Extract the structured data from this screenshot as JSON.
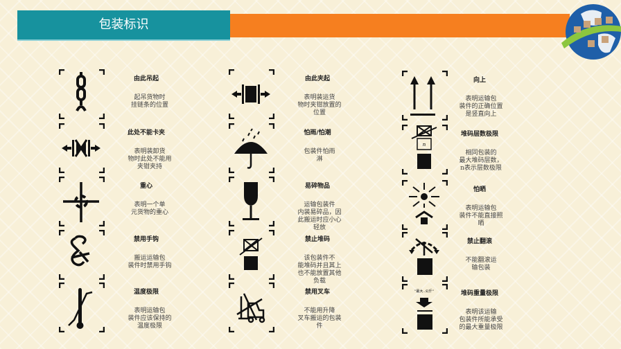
{
  "header": {
    "title": "包装标识"
  },
  "colors": {
    "teal": "#17929e",
    "orange": "#f67f1f",
    "background": "#f8f0d8"
  },
  "marks": [
    {
      "icon": "chain-icon",
      "title": "由此吊起",
      "desc": "起吊货物时\n挂链条的位置"
    },
    {
      "icon": "no-clamp-icon",
      "title": "此处不能卡夹",
      "desc": "表明装卸货\n物时此处不能用\n夹钳夹持"
    },
    {
      "icon": "center-of-gravity-icon",
      "title": "重心",
      "desc": "表明一个单\n元货物的重心"
    },
    {
      "icon": "no-hook-icon",
      "title": "禁用手钩",
      "desc": "搬运运输包\n装件时禁用手钩"
    },
    {
      "icon": "thermometer-icon",
      "title": "温度极限",
      "desc": "表明运输包\n装件应该保持的\n温度极限"
    },
    {
      "icon": "clamp-here-icon",
      "title": "由此夹起",
      "desc": "表明装运货\n物时夹钳放置的\n位置"
    },
    {
      "icon": "umbrella-icon",
      "title": "怕雨/怕潮",
      "desc": "包装件怕雨\n淋"
    },
    {
      "icon": "fragile-glass-icon",
      "title": "易碎物品",
      "desc": "运输包装件\n内装易碎品，因\n此搬运时应小心\n轻放"
    },
    {
      "icon": "no-stacking-icon",
      "title": "禁止堆码",
      "desc": "该包装件不\n能堆码并且其上\n也不能放置其他\n负载"
    },
    {
      "icon": "no-forklift-icon",
      "title": "禁用叉车",
      "desc": "不能用升降\n叉车搬运的包装\n件"
    },
    {
      "icon": "this-way-up-icon",
      "title": "向上",
      "desc": "表明运输包\n装件的正确位置\n是竖直向上"
    },
    {
      "icon": "stacking-limit-icon",
      "title": "堆码层数极限",
      "desc": "相同包装的\n最大堆码层数，\nn表示层数极限",
      "icon_text": "n"
    },
    {
      "icon": "keep-from-sun-icon",
      "title": "怕晒",
      "desc": "表明运输包\n装件不能直接照\n晒"
    },
    {
      "icon": "no-rolling-icon",
      "title": "禁止翻滚",
      "desc": "不能翻滚运\n输包装"
    },
    {
      "icon": "weight-limit-icon",
      "title": "堆码重量极限",
      "desc": "表明该运输\n包装件所能承受\n的最大重量极限",
      "icon_text": "\"最大..公斤\""
    }
  ]
}
